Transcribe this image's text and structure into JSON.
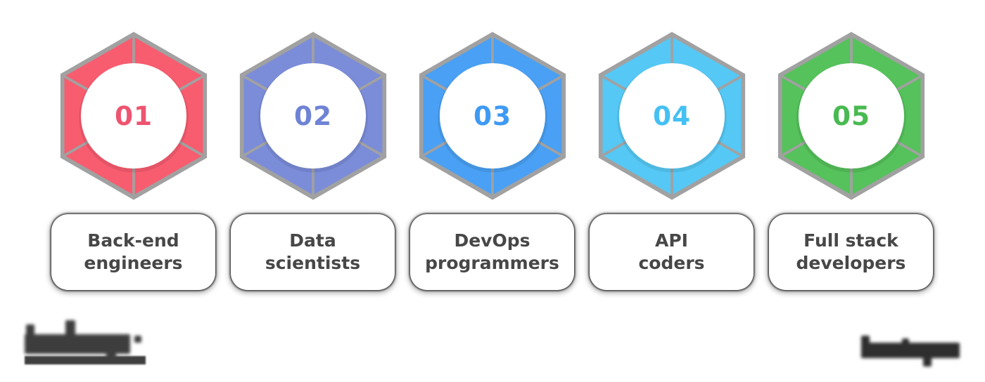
{
  "page": {
    "background": "#ffffff"
  },
  "diagram": {
    "type": "process-hexagons",
    "gray": "#A1A1A1",
    "circle_fill": "#ffffff",
    "items": [
      {
        "number": "01",
        "label": "Back-end engineers",
        "lines": [
          "Back-end",
          "engineers"
        ],
        "color": "#F85C6F",
        "number_color": "#EE5470"
      },
      {
        "number": "02",
        "label": "Data scientists",
        "lines": [
          "Data",
          "scientists"
        ],
        "color": "#7B8CD9",
        "number_color": "#6F83D6"
      },
      {
        "number": "03",
        "label": "DevOps programmers",
        "lines": [
          "DevOps",
          "programmers"
        ],
        "color": "#49A0F4",
        "number_color": "#3E9AF3"
      },
      {
        "number": "04",
        "label": "API coders",
        "lines": [
          "API",
          "coders"
        ],
        "color": "#55C8F5",
        "number_color": "#45C0F4"
      },
      {
        "number": "05",
        "label": "Full stack developers",
        "lines": [
          "Full stack",
          "developers"
        ],
        "color": "#55C25B",
        "number_color": "#49BA51"
      }
    ],
    "label_text_color": "#474747"
  },
  "footer": {
    "left_logo": "illegible-blurred-wordmark-with-underline",
    "right_logo": "illegible-blurred-wordmark"
  }
}
